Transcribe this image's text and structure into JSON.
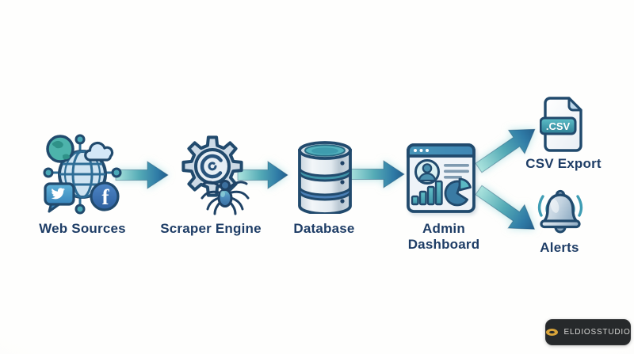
{
  "diagram": {
    "type": "flow",
    "nodes": [
      {
        "id": "web-sources",
        "label": "Web Sources",
        "icon": "globe-network-social"
      },
      {
        "id": "scraper-engine",
        "label": "Scraper Engine",
        "icon": "gear-with-spider"
      },
      {
        "id": "database",
        "label": "Database",
        "icon": "database-cylinder"
      },
      {
        "id": "admin-dashboard",
        "label": "Admin Dashboard",
        "icon": "browser-analytics"
      },
      {
        "id": "csv-export",
        "label": "CSV Export",
        "icon": "csv-file"
      },
      {
        "id": "alerts",
        "label": "Alerts",
        "icon": "bell"
      }
    ],
    "edges": [
      {
        "from": "web-sources",
        "to": "scraper-engine"
      },
      {
        "from": "scraper-engine",
        "to": "database"
      },
      {
        "from": "database",
        "to": "admin-dashboard"
      },
      {
        "from": "admin-dashboard",
        "to": "csv-export"
      },
      {
        "from": "admin-dashboard",
        "to": "alerts"
      }
    ]
  },
  "icons": {
    "csv_badge": ".CSV",
    "facebook_glyph": "f"
  },
  "watermark": {
    "text": "ELDIOSSTUDIO"
  },
  "colors": {
    "outline_navy": "#214a6d",
    "label_navy": "#1e3d66",
    "teal": "#45a9b5",
    "blue": "#3c7fae",
    "arrow_light": "#a9e2dc",
    "arrow_dark": "#235f8c",
    "badge_bg": "#26292b",
    "badge_gold": "#d9a43a"
  }
}
